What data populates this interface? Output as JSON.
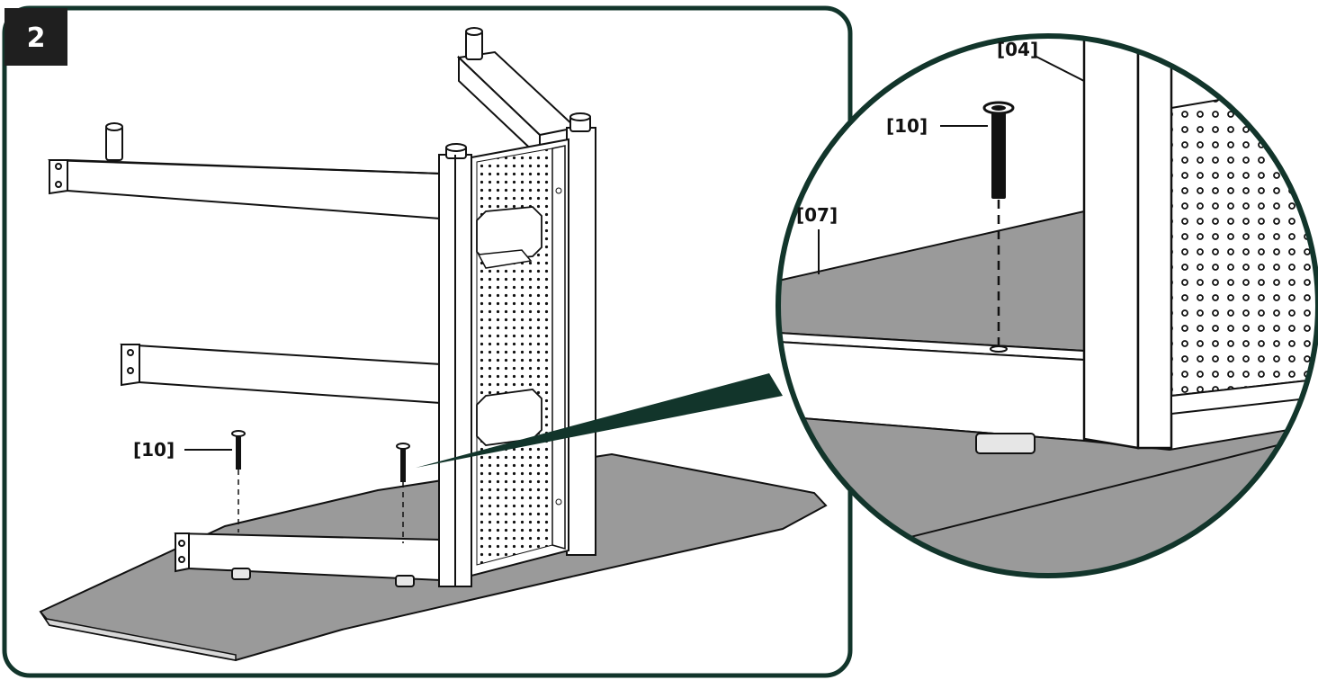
{
  "step_number": "2",
  "callouts": {
    "screw_left": "[10]",
    "screw_zoom": "[10]",
    "shelf_zoom": "[07]",
    "upright_zoom": "[04]"
  },
  "colors": {
    "frame_border": "#12352b",
    "badge_bg": "#1f1f1f",
    "shelf_gray": "#9a9a9a",
    "line": "#111111",
    "peg_board": "#ffffff"
  },
  "icons": {
    "step_badge": "step-number-badge",
    "screw": "screw-icon"
  }
}
